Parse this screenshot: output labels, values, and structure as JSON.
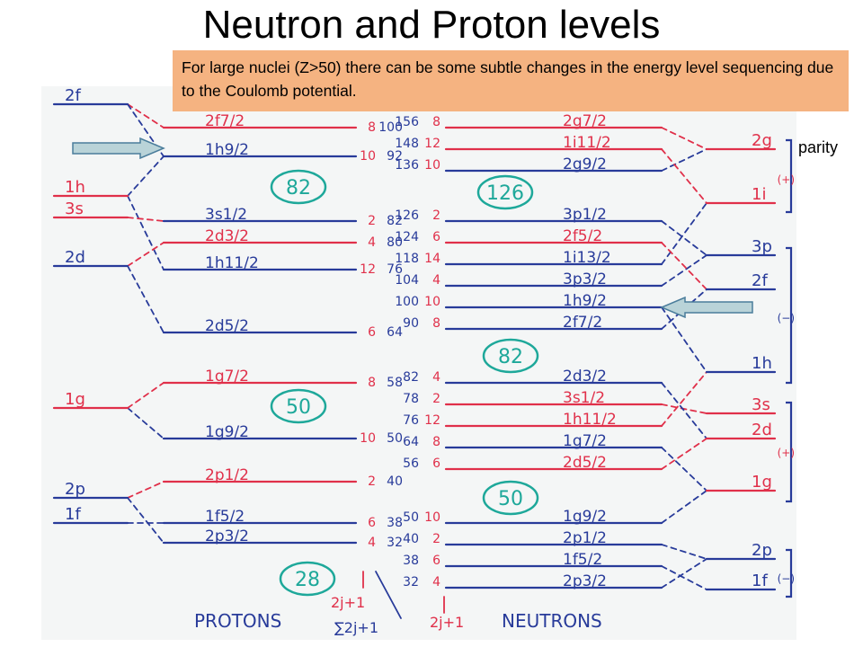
{
  "title": "Neutron and Proton levels",
  "note": "For large nuclei (Z>50) there can be some subtle changes in the energy level sequencing due to the Coulomb potential.",
  "parity_label": "parity",
  "colors": {
    "blue": "#283b9a",
    "red": "#e0304a",
    "green": "#1ea89a",
    "paper": "#f4f6f6",
    "note_bg": "#f5b381",
    "arrow_fill": "#b9d3d8"
  },
  "proton_left_labels": [
    "2f",
    "1h",
    "3s",
    "2d",
    "1g",
    "2p",
    "1f"
  ],
  "proton_levels": [
    {
      "label": "2f7/2",
      "n": "8",
      "total": "100"
    },
    {
      "label": "1h9/2",
      "n": "10",
      "total": "92"
    },
    {
      "label": "3s1/2",
      "n": "2",
      "total": "82"
    },
    {
      "label": "2d3/2",
      "n": "4",
      "total": "80"
    },
    {
      "label": "1h11/2",
      "n": "12",
      "total": "76"
    },
    {
      "label": "2d5/2",
      "n": "6",
      "total": "64"
    },
    {
      "label": "1g7/2",
      "n": "8",
      "total": "58"
    },
    {
      "label": "1g9/2",
      "n": "10",
      "total": "50"
    },
    {
      "label": "2p1/2",
      "n": "2",
      "total": "40"
    },
    {
      "label": "1f5/2",
      "n": "6",
      "total": "38"
    },
    {
      "label": "2p3/2",
      "n": "4",
      "total": "32"
    }
  ],
  "neutron_levels": [
    {
      "label": "2g7/2",
      "total": "156",
      "n": "8"
    },
    {
      "label": "1i11/2",
      "total": "148",
      "n": "12"
    },
    {
      "label": "2g9/2",
      "total": "136",
      "n": "10"
    },
    {
      "label": "3p1/2",
      "total": "126",
      "n": "2"
    },
    {
      "label": "2f5/2",
      "total": "124",
      "n": "6"
    },
    {
      "label": "1i13/2",
      "total": "118",
      "n": "14"
    },
    {
      "label": "3p3/2",
      "total": "104",
      "n": "4"
    },
    {
      "label": "1h9/2",
      "total": "100",
      "n": "10"
    },
    {
      "label": "2f7/2",
      "total": "90",
      "n": "8"
    },
    {
      "label": "2d3/2",
      "total": "82",
      "n": "4"
    },
    {
      "label": "3s1/2",
      "total": "78",
      "n": "2"
    },
    {
      "label": "1h11/2",
      "total": "76",
      "n": "12"
    },
    {
      "label": "1g7/2",
      "total": "64",
      "n": "8"
    },
    {
      "label": "2d5/2",
      "total": "56",
      "n": "6"
    },
    {
      "label": "1g9/2",
      "total": "50",
      "n": "10"
    },
    {
      "label": "2p1/2",
      "total": "40",
      "n": "2"
    },
    {
      "label": "1f5/2",
      "total": "38",
      "n": "6"
    },
    {
      "label": "2p3/2",
      "total": "32",
      "n": "4"
    }
  ],
  "neutron_right_labels": [
    "2g",
    "1i",
    "3p",
    "2f",
    "1h",
    "3s",
    "2d",
    "1g",
    "2p",
    "1f"
  ],
  "parity_signs": [
    "(+)",
    "(−)",
    "(+)",
    "(−)"
  ],
  "magic_numbers": [
    "82",
    "50",
    "28",
    "126",
    "82",
    "50"
  ],
  "annotations": {
    "two_j_plus_one_left": "2j+1",
    "sum_two_j_plus_one": "∑2j+1",
    "two_j_plus_one_right": "2j+1"
  },
  "protons_label": "PROTONS",
  "neutrons_label": "NEUTRONS"
}
